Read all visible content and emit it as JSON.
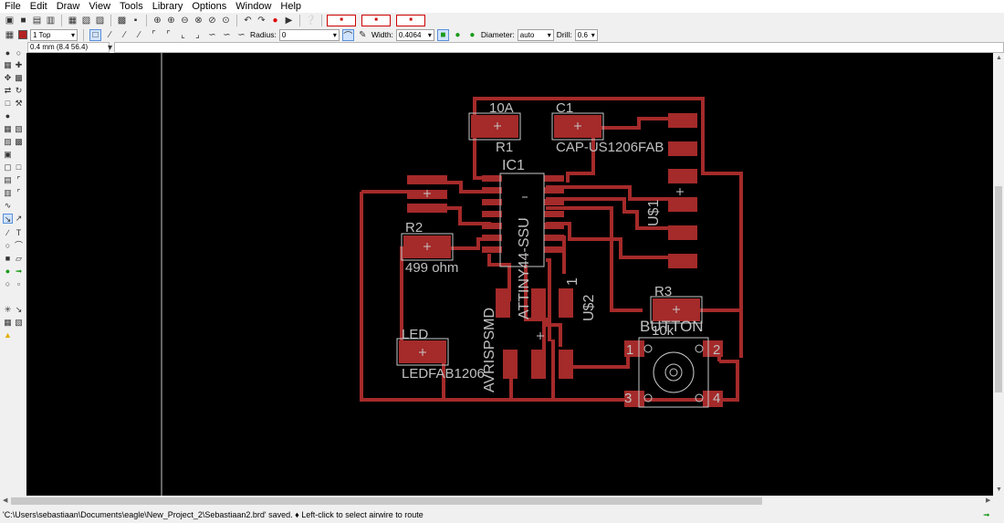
{
  "menu": [
    "File",
    "Edit",
    "Draw",
    "View",
    "Tools",
    "Library",
    "Options",
    "Window",
    "Help"
  ],
  "toolbar2": {
    "layer": "1 Top",
    "radius_label": "Radius:",
    "radius_value": "0",
    "width_label": "Width:",
    "width_value": "0.4064",
    "diameter_label": "Diameter:",
    "diameter_value": "auto",
    "drill_label": "Drill:",
    "drill_value": "0.6"
  },
  "coord": "0.4 mm (8.4 56.4)",
  "status": "'C:\\Users\\sebastiaan\\Documents\\eagle\\New_Project_2\\Sebastiaan2.brd' saved.  ♦ Left-click to select airwire to route",
  "colors": {
    "canvas": "#000000",
    "copper": "#a52a2a",
    "label": "#c0c0c0"
  },
  "board": {
    "r1_value": "10A",
    "r1_name": "R1",
    "c1_name": "C1",
    "c1_value": "CAP-US1206FAB",
    "ic1_name": "IC1",
    "ic1_value": "ATTINY44-SSU",
    "us1": "U$1",
    "r2_name": "R2",
    "r2_value": "499 ohm",
    "led_name": "LED",
    "led_value": "LEDFAB1206",
    "avr": "AVRISPSMD",
    "us2": "U$2",
    "us2_pin": "1",
    "r3_name": "R3",
    "r3_value": "10k",
    "button": "BUTTON",
    "pin1": "1",
    "pin2": "2",
    "pin3": "3",
    "pin4": "4"
  }
}
